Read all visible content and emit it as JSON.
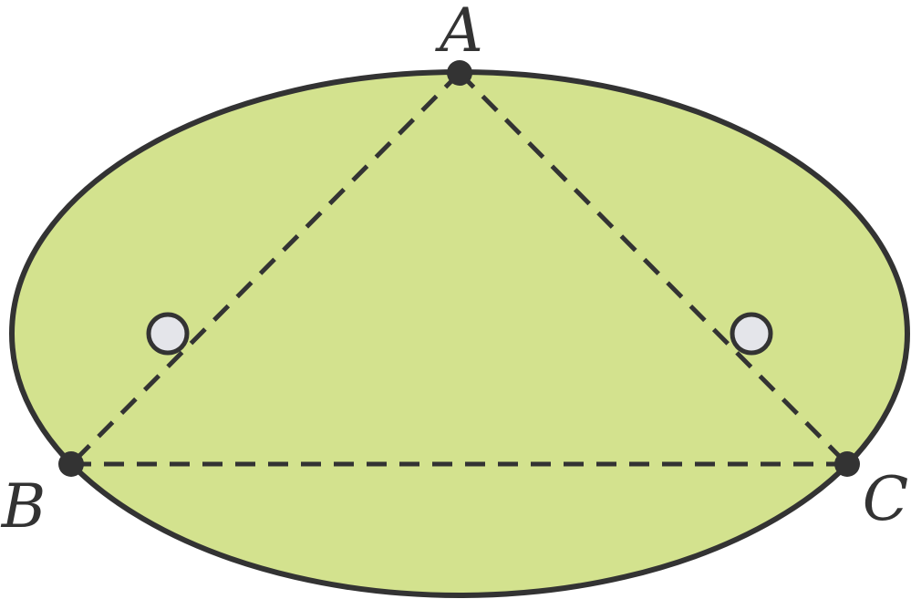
{
  "diagram": {
    "vertices": [
      {
        "id": "A",
        "label": "A"
      },
      {
        "id": "B",
        "label": "B"
      },
      {
        "id": "C",
        "label": "C"
      }
    ],
    "colors": {
      "ellipse_fill": "#d3e28e",
      "stroke": "#333333",
      "focus_fill": "#e4e5ea",
      "background": "#ffffff"
    }
  }
}
